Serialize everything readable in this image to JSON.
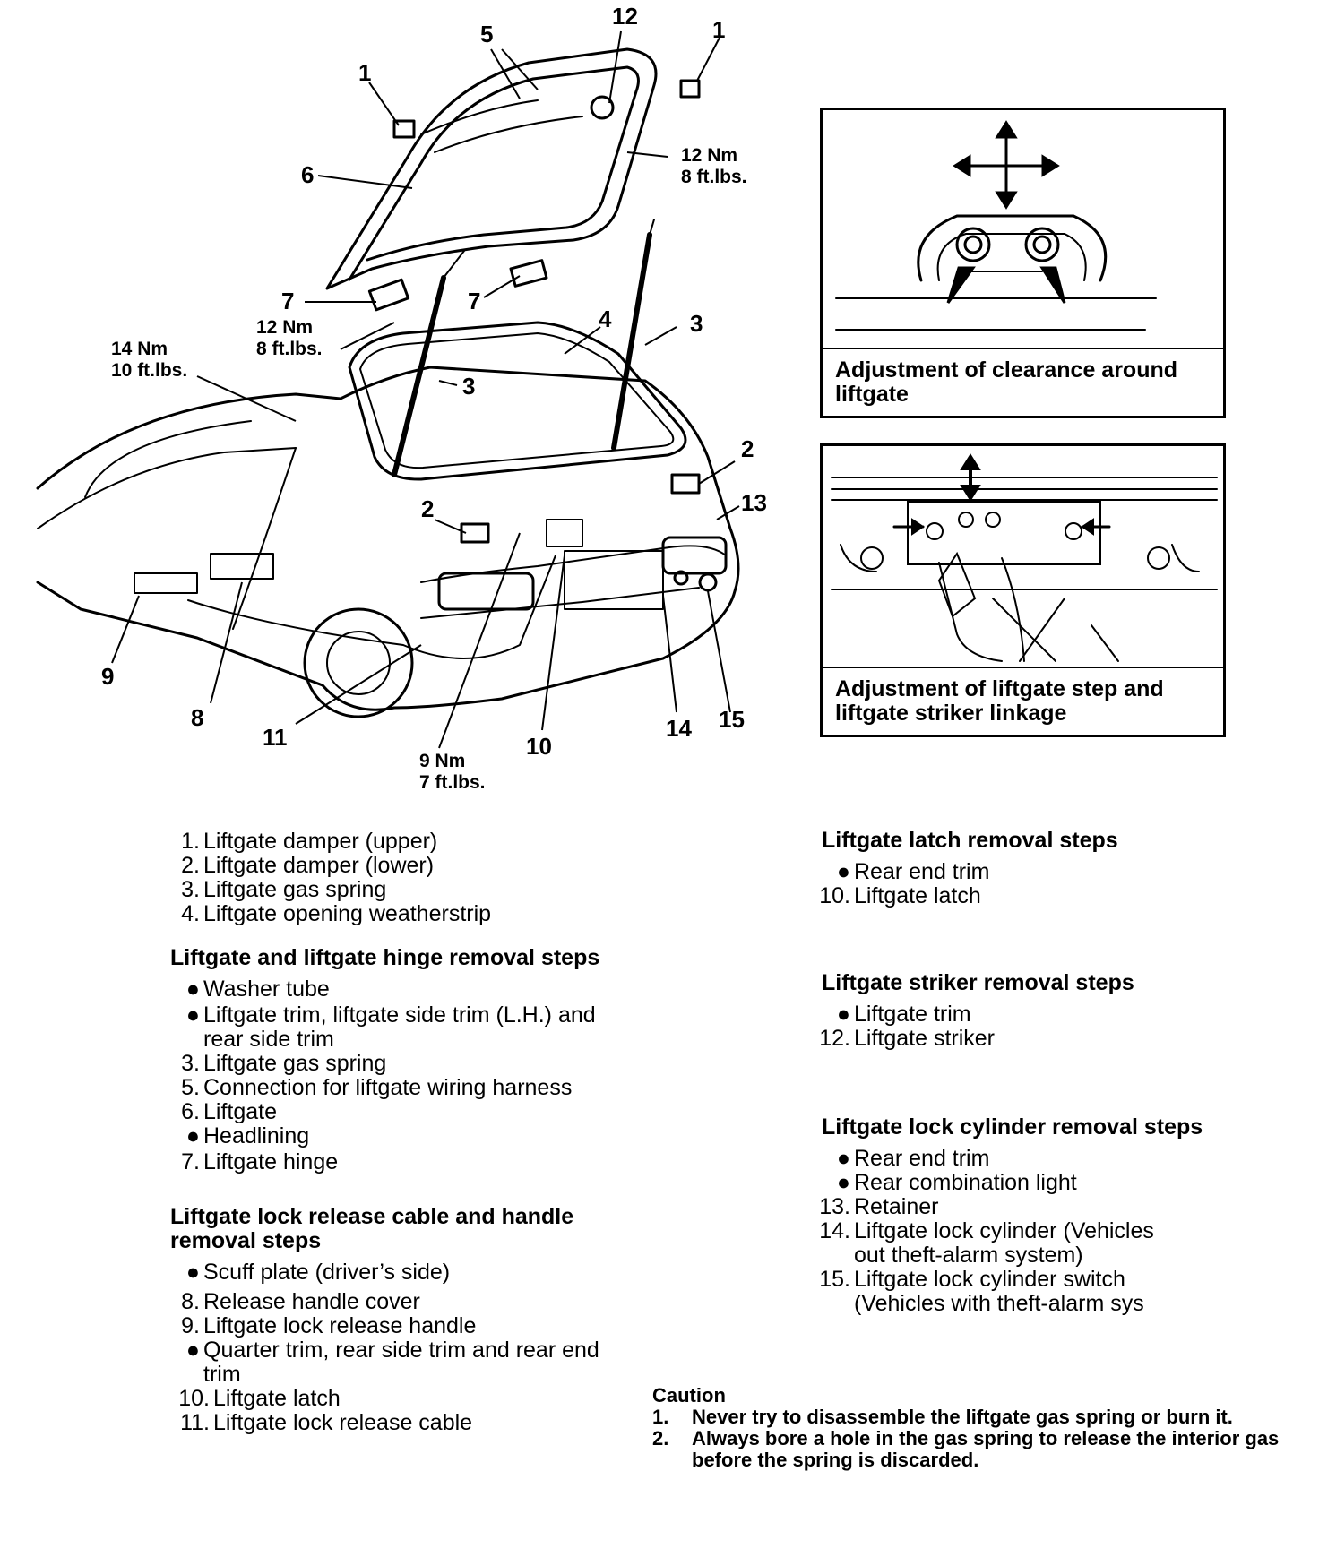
{
  "callouts": {
    "c12_top": "12",
    "c5": "5",
    "c1_left": "1",
    "c1_right": "1",
    "c6": "6",
    "c7_left": "7",
    "c7_right": "7",
    "c4": "4",
    "c3_right": "3",
    "c3_mid": "3",
    "c2_right": "2",
    "c2_mid": "2",
    "c13": "13",
    "c9": "9",
    "c8": "8",
    "c11": "11",
    "c10": "10",
    "c14": "14",
    "c15": "15"
  },
  "torques": {
    "t_hinge_top": [
      "12 Nm",
      "8 ft.lbs."
    ],
    "t_hinge_mid": [
      "12 Nm",
      "8 ft.lbs."
    ],
    "t_spring": [
      "14 Nm",
      "10 ft.lbs."
    ],
    "t_latch": [
      "9 Nm",
      "7 ft.lbs."
    ]
  },
  "insets": [
    {
      "caption": "Adjustment of clearance around liftgate"
    },
    {
      "caption": "Adjustment of liftgate step and liftgate striker linkage"
    }
  ],
  "left_column": {
    "parts": [
      {
        "mark": "1.",
        "text": "Liftgate damper (upper)"
      },
      {
        "mark": "2.",
        "text": "Liftgate damper (lower)"
      },
      {
        "mark": "3.",
        "text": "Liftgate gas spring"
      },
      {
        "mark": "4.",
        "text": "Liftgate opening weatherstrip"
      }
    ],
    "hinge_heading": "Liftgate and liftgate hinge removal steps",
    "hinge_steps": [
      {
        "mark": "●",
        "text": "Washer tube"
      },
      {
        "mark": "●",
        "text": "Liftgate trim, liftgate side trim (L.H.) and rear side trim"
      },
      {
        "mark": "3.",
        "text": "Liftgate gas spring"
      },
      {
        "mark": "5.",
        "text": "Connection for liftgate wiring harness"
      },
      {
        "mark": "6.",
        "text": "Liftgate"
      },
      {
        "mark": "●",
        "text": "Headlining"
      },
      {
        "mark": "7.",
        "text": "Liftgate hinge"
      }
    ],
    "cable_heading": "Liftgate lock release cable and handle removal steps",
    "cable_steps": [
      {
        "mark": "●",
        "text": "Scuff plate (driver’s side)"
      },
      {
        "mark": "8.",
        "text": "Release handle cover"
      },
      {
        "mark": "9.",
        "text": "Liftgate lock release handle"
      },
      {
        "mark": "●",
        "text": "Quarter trim, rear side trim and rear end trim"
      },
      {
        "mark": "10.",
        "text": "Liftgate latch"
      },
      {
        "mark": "11.",
        "text": "Liftgate lock release cable"
      }
    ]
  },
  "right_column": {
    "latch_heading": "Liftgate latch removal steps",
    "latch_steps": [
      {
        "mark": "●",
        "text": "Rear end trim"
      },
      {
        "mark": "10.",
        "text": "Liftgate latch"
      }
    ],
    "striker_heading": "Liftgate striker removal steps",
    "striker_steps": [
      {
        "mark": "●",
        "text": "Liftgate trim"
      },
      {
        "mark": "12.",
        "text": "Liftgate striker"
      }
    ],
    "lock_heading": "Liftgate lock cylinder removal steps",
    "lock_steps": [
      {
        "mark": "●",
        "text": "Rear end trim"
      },
      {
        "mark": "●",
        "text": "Rear combination light"
      },
      {
        "mark": "13.",
        "text": "Retainer"
      },
      {
        "mark": "14.",
        "text": "Liftgate lock cylinder (Vehicles out theft-alarm system)"
      },
      {
        "mark": "15.",
        "text": "Liftgate lock cylinder switch (Vehicles with theft-alarm sys"
      }
    ]
  },
  "caution": {
    "title": "Caution",
    "items": [
      {
        "mark": "1.",
        "text": "Never try to disassemble the liftgate gas spring or burn it."
      },
      {
        "mark": "2.",
        "text": "Always bore a hole in the gas spring to release the interior gas before the spring is discarded."
      }
    ]
  }
}
